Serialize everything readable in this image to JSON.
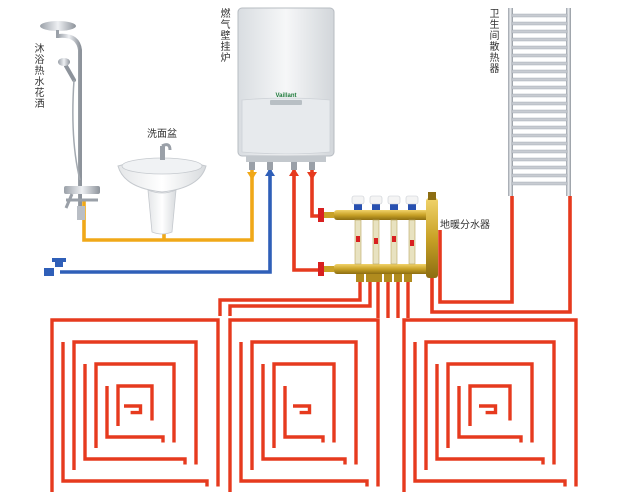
{
  "labels": {
    "boiler": "燃气壁挂炉",
    "radiator": "卫生间散热器",
    "shower": "沐浴热水花洒",
    "basin": "洗面盆",
    "manifold": "地暖分水器"
  },
  "boiler_brand": "Vaillant",
  "colors": {
    "hot_pipe": "#e63a1e",
    "cold_pipe": "#2f5fb8",
    "warm_pipe": "#f0a818",
    "brass": "#c9a227",
    "chrome": "#c8ccd2",
    "boiler_body": "#eef0f2",
    "valve_red": "#d82020",
    "valve_blue": "#2850b0"
  }
}
